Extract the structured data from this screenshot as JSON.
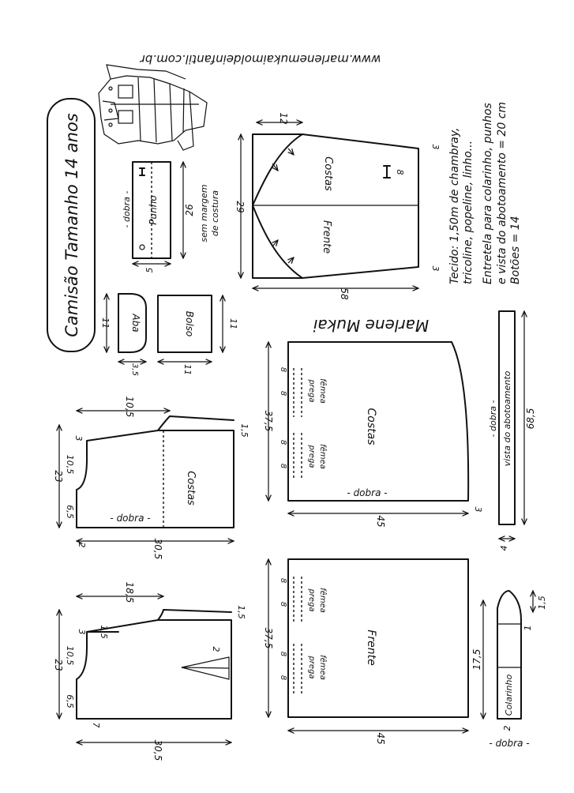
{
  "header": {
    "title": "Camisão Tamanho 14 anos",
    "website": "www.marlenemukaimoldeinfantil.com.br",
    "signature": "Marlene Mukai"
  },
  "notes": {
    "line1": "Tecido: 1,50m de chambray,",
    "line2": "tricoline, popeline, linho...",
    "line3": "Entretela para colarinho, punhos",
    "line4": "e vista do abotoamento = 20 cm",
    "line5": "Botões = 14"
  },
  "common": {
    "dobra": "- dobra -",
    "prega": "prega",
    "femea": "fêmea"
  },
  "sleeve": {
    "costas_label": "Costas",
    "frente_label": "Frente",
    "d12": "12",
    "d29": "29",
    "d58": "58",
    "d8": "8",
    "d3a": "3",
    "d3b": "3"
  },
  "cuff": {
    "label": "Punho",
    "dobra": "- dobra -",
    "d26": "26",
    "d5": "5",
    "note1": "sem margem",
    "note2": "de costura"
  },
  "flap": {
    "label": "Aba",
    "d11": "11",
    "d35": "3,5"
  },
  "pocket": {
    "label": "Bolso",
    "d11a": "11",
    "d11b": "11"
  },
  "back_yoke": {
    "label": "Costas",
    "dobra": "- dobra -",
    "d23": "23",
    "d65": "6,5",
    "d105": "10,5",
    "d3": "3",
    "d105b": "10,5",
    "d15": "1,5",
    "d2": "2",
    "d305": "30,5"
  },
  "back_body": {
    "label": "Costas",
    "dobra": "- dobra -",
    "d375": "37,5",
    "d45": "45",
    "d3": "3",
    "d8a": "8",
    "d8b": "8",
    "d8c": "8",
    "d8d": "8"
  },
  "placket": {
    "label": "vista do abotoamento",
    "dobra": "- dobra -",
    "d685": "68,5",
    "d4": "4"
  },
  "front_yoke": {
    "d23": "23",
    "d65": "6,5",
    "d105": "10,5",
    "d3": "3",
    "d15": "1,5",
    "d185": "18,5",
    "d15b": "1,5",
    "d2": "2",
    "d7": "7",
    "d305": "30,5"
  },
  "front_body": {
    "label": "Frente",
    "d375": "37,5",
    "d45": "45",
    "d8a": "8",
    "d8b": "8",
    "d8c": "8",
    "d8d": "8"
  },
  "collar": {
    "label": "Colarinho",
    "dobra": "- dobra -",
    "d175": "17,5",
    "d15": "1,5",
    "d1": "1",
    "d2": "2"
  }
}
